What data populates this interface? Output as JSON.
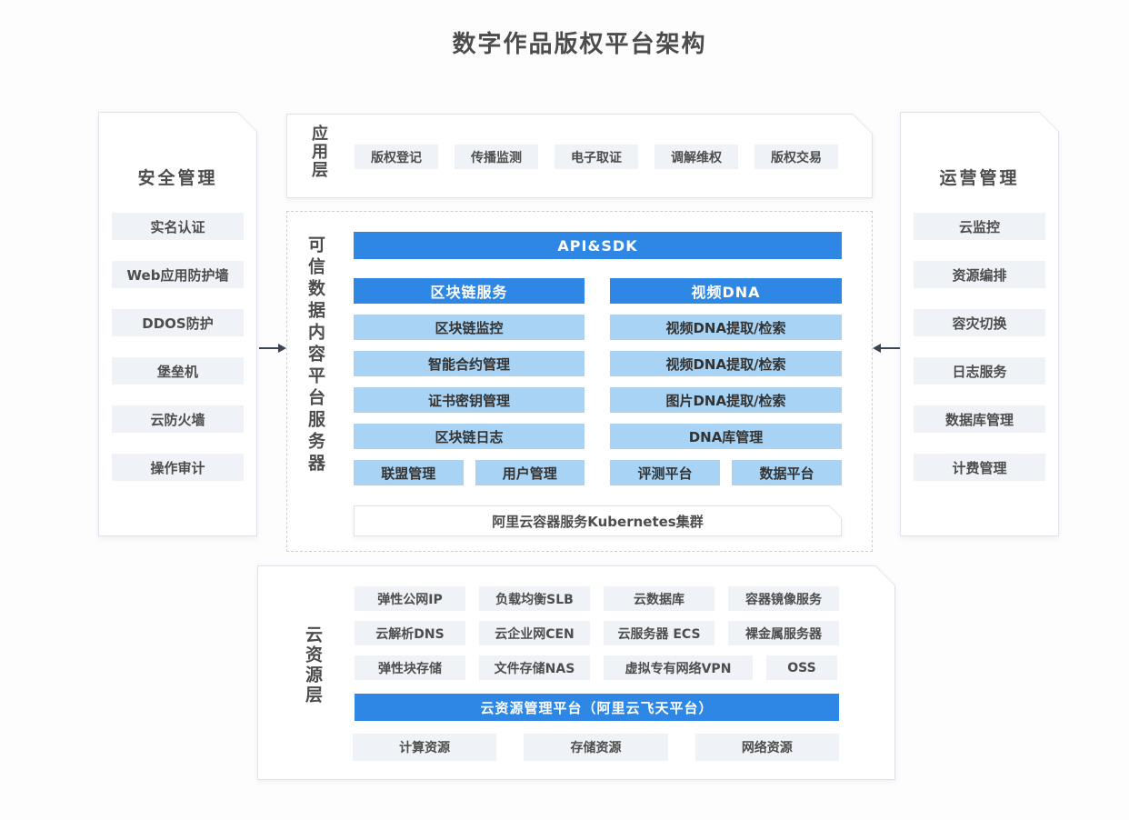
{
  "title": "数字作品版权平台架构",
  "colors": {
    "accent_blue": "#2E87E4",
    "light_blue": "#A8D3F4",
    "gray_box": "#EFF2F6",
    "border": "#DFE3E9",
    "dashed_border": "#C9CFD7",
    "text": "#4A4A4A",
    "arrow": "#3B4450"
  },
  "left_panel": {
    "title": "安全管理",
    "items": [
      "实名认证",
      "Web应用防护墙",
      "DDOS防护",
      "堡垒机",
      "云防火墙",
      "操作审计"
    ]
  },
  "right_panel": {
    "title": "运营管理",
    "items": [
      "云监控",
      "资源编排",
      "容灾切换",
      "日志服务",
      "数据库管理",
      "计费管理"
    ]
  },
  "app_layer": {
    "label": "应用层",
    "items": [
      "版权登记",
      "传播监测",
      "电子取证",
      "调解维权",
      "版权交易"
    ]
  },
  "platform": {
    "label": "可信数据内容平台服务器",
    "api_bar": "API&SDK",
    "columns": [
      {
        "header": "区块链服务",
        "rows": [
          "区块链监控",
          "智能合约管理",
          "证书密钥管理",
          "区块链日志"
        ],
        "pair": [
          "联盟管理",
          "用户管理"
        ]
      },
      {
        "header": "视频DNA",
        "rows": [
          "视频DNA提取/检索",
          "视频DNA提取/检索",
          "图片DNA提取/检索",
          "DNA库管理"
        ],
        "pair": [
          "评测平台",
          "数据平台"
        ]
      }
    ],
    "footer": "阿里云容器服务Kubernetes集群"
  },
  "cloud_layer": {
    "label": "云资源层",
    "grid": [
      [
        "弹性公网IP",
        "负载均衡SLB",
        "云数据库",
        "容器镜像服务"
      ],
      [
        "云解析DNS",
        "云企业网CEN",
        "云服务器 ECS",
        "裸金属服务器"
      ],
      [
        "弹性块存储",
        "文件存储NAS",
        "虚拟专有网络VPN",
        "OSS"
      ]
    ],
    "blue_bar": "云资源管理平台（阿里云飞天平台）",
    "bottom": [
      "计算资源",
      "存储资源",
      "网络资源"
    ]
  }
}
